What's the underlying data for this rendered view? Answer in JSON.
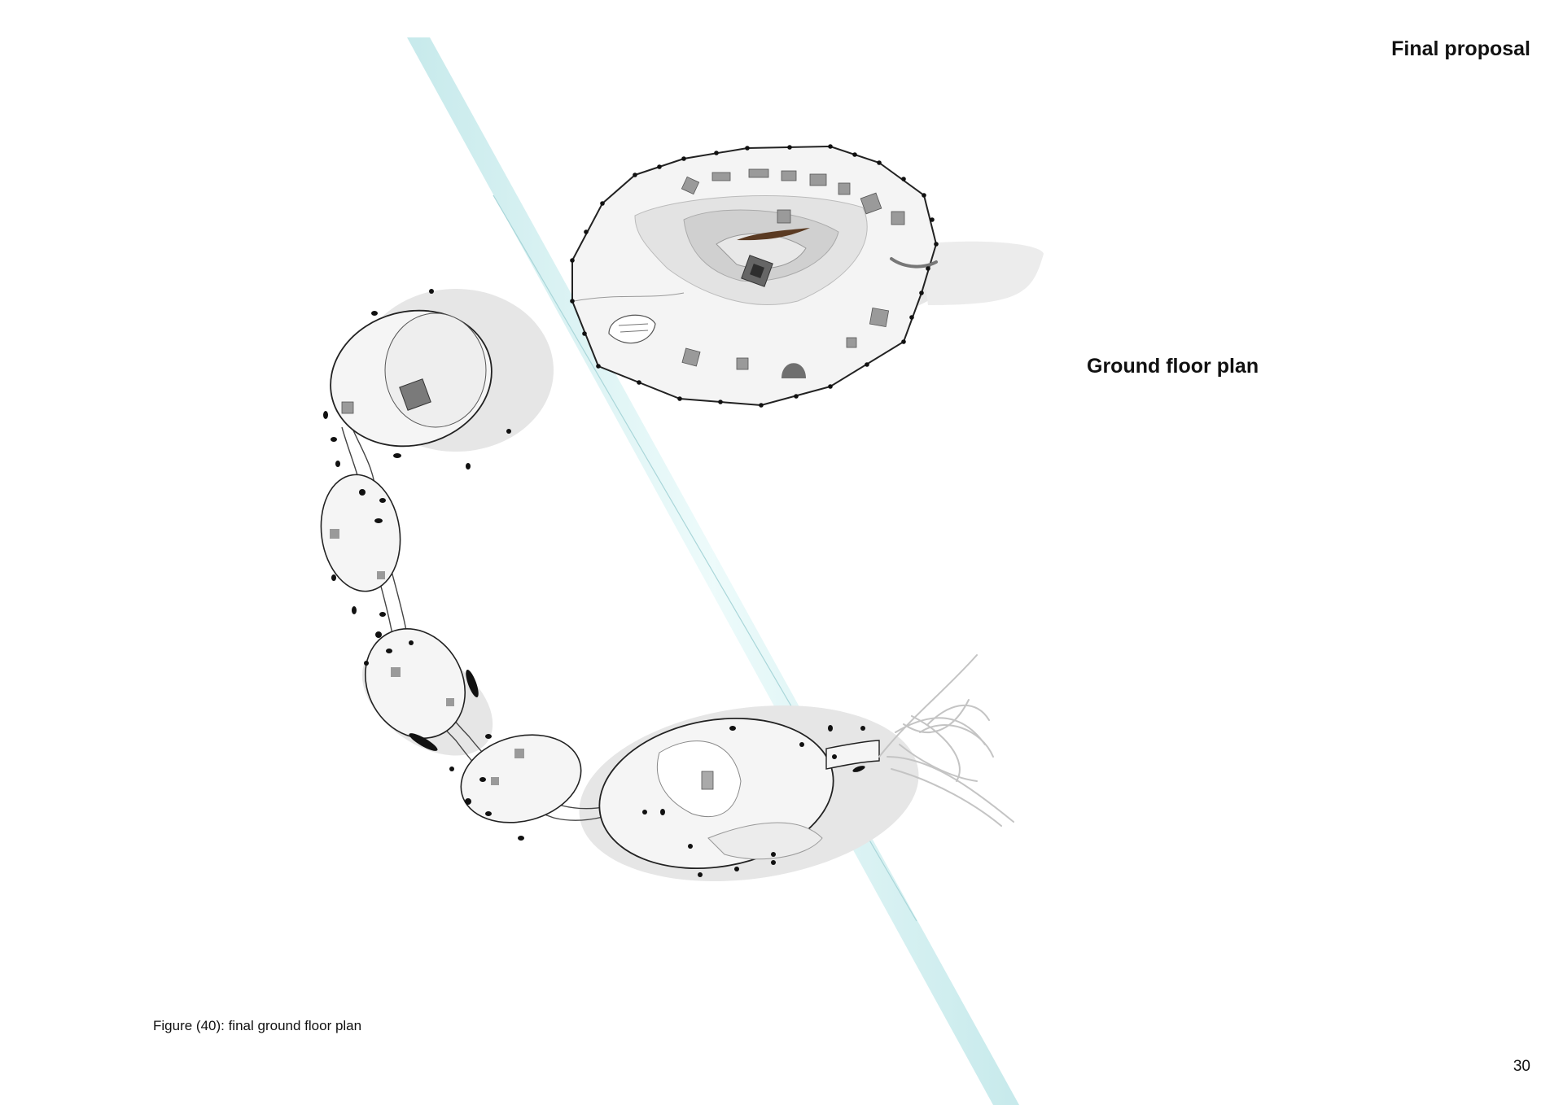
{
  "page": {
    "heading": "Final proposal",
    "plan_label": "Ground floor plan",
    "figure_caption": "Figure (40): final ground floor plan",
    "page_number": "30"
  },
  "drawing": {
    "kind": "architectural-floor-plan",
    "colors": {
      "river": "#cfeff0",
      "river_edge": "#b9e3e6",
      "shadow": "#e4e4e4",
      "floor": "#f4f4f4",
      "ramp_light": "#e0e0e0",
      "ramp_dark": "#c9c9c9",
      "outline": "#222222",
      "accent_brown": "#5a3a22"
    }
  }
}
